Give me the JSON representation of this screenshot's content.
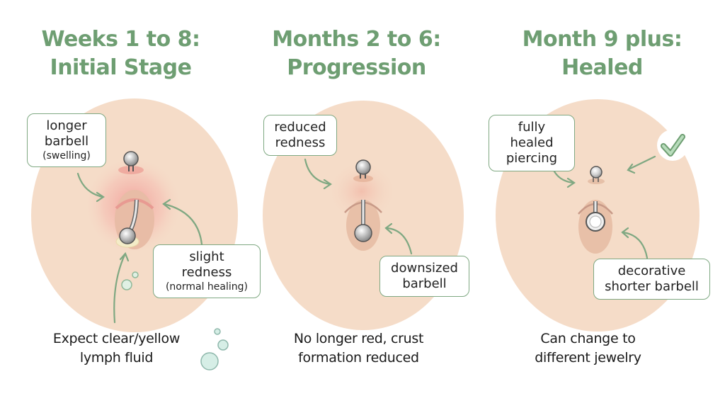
{
  "colors": {
    "title_green": "#6e9e72",
    "arrow_green": "#7fa882",
    "skin": "#f5dcc8",
    "redness": "#f0a0a0",
    "bubble": "#d6eee6"
  },
  "stages": [
    {
      "title_line1": "Weeks 1 to 8:",
      "title_line2": "Initial Stage",
      "callouts": [
        {
          "line1": "longer",
          "line2": "barbell",
          "sub": "(swelling)"
        },
        {
          "line1": "slight",
          "line2": "redness",
          "sub": "(normal healing)"
        }
      ],
      "caption_line1": "Expect clear/yellow",
      "caption_line2": "lymph fluid",
      "icon": "bubbles-icon"
    },
    {
      "title_line1": "Months 2 to 6:",
      "title_line2": "Progression",
      "callouts": [
        {
          "line1": "reduced",
          "line2": "redness"
        },
        {
          "line1": "downsized",
          "line2": "barbell"
        }
      ],
      "caption_line1": "No longer red, crust",
      "caption_line2": "formation reduced"
    },
    {
      "title_line1": "Month 9 plus:",
      "title_line2": "Healed",
      "callouts": [
        {
          "line1": "fully healed",
          "line2": "piercing"
        },
        {
          "line1": "decorative",
          "line2": "shorter barbell"
        }
      ],
      "caption_line1": "Can change to",
      "caption_line2": "different jewelry",
      "icon": "checkmark-icon"
    }
  ]
}
